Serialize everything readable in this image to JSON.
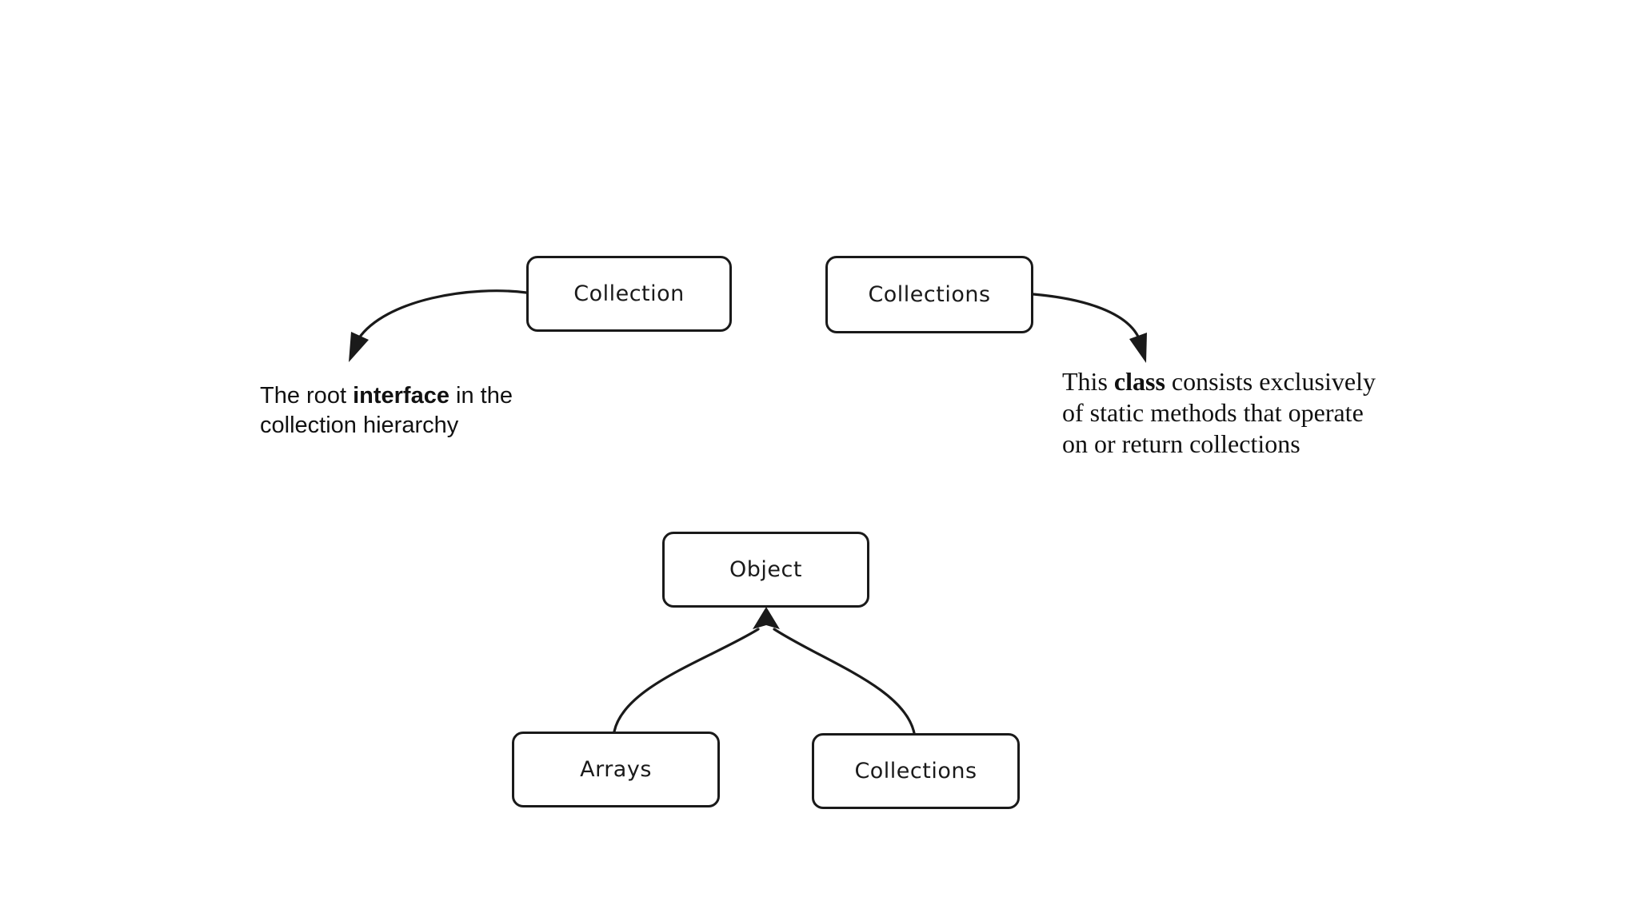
{
  "diagram": {
    "nodes": {
      "collection": {
        "label": "Collection"
      },
      "collections_top": {
        "label": "Collections"
      },
      "object": {
        "label": "Object"
      },
      "arrays": {
        "label": "Arrays"
      },
      "collections_bottom": {
        "label": "Collections"
      }
    },
    "annotations": {
      "left": {
        "line1_pre": "The root ",
        "line1_bold": "interface",
        "line1_post": " in the",
        "line2": "collection hierarchy"
      },
      "right": {
        "line1_pre": "This ",
        "line1_bold": "class",
        "line1_post": " consists exclusively",
        "line2": "of static methods that operate",
        "line3": "on or return collections"
      }
    },
    "colors": {
      "ink": "#1a1a1a",
      "background": "#ffffff"
    }
  }
}
